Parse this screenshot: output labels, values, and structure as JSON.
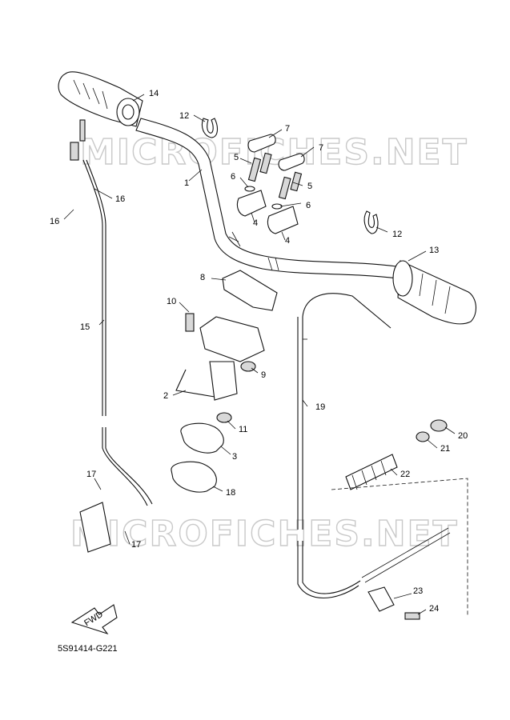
{
  "watermark": "MICROFICHES.NET",
  "drawing_code": "5S91414-G221",
  "fwd_label": "FWD",
  "callouts": {
    "c1": "1",
    "c2": "2",
    "c3": "3",
    "c4a": "4",
    "c4b": "4",
    "c5a": "5",
    "c5b": "5",
    "c6a": "6",
    "c6b": "6",
    "c7a": "7",
    "c7b": "7",
    "c8": "8",
    "c9": "9",
    "c10": "10",
    "c11": "11",
    "c12a": "12",
    "c12b": "12",
    "c13": "13",
    "c14": "14",
    "c15": "15",
    "c16a": "16",
    "c16b": "16",
    "c17a": "17",
    "c17b": "17",
    "c18": "18",
    "c19": "19",
    "c20": "20",
    "c21": "21",
    "c22": "22",
    "c23": "23",
    "c24": "24"
  }
}
